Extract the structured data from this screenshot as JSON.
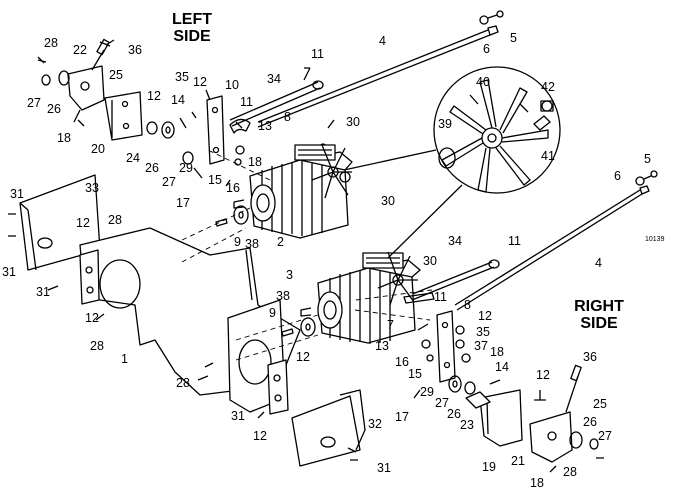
{
  "titles": {
    "left_line1": "LEFT",
    "left_line2": "SIDE",
    "right_line1": "RIGHT",
    "right_line2": "SIDE"
  },
  "ref_number": "10139",
  "callouts": {
    "c_28a": "28",
    "c_22": "22",
    "c_36a": "36",
    "c_25a": "25",
    "c_27a": "27",
    "c_26a": "26",
    "c_18a": "18",
    "c_20": "20",
    "c_12a": "12",
    "c_24": "24",
    "c_35a": "35",
    "c_12b": "12",
    "c_10": "10",
    "c_14a": "14",
    "c_11a": "11",
    "c_34a": "34",
    "c_13a": "13",
    "c_8a": "8",
    "c_30a": "30",
    "c_11b": "11",
    "c_4a": "4",
    "c_6a": "6",
    "c_5a": "5",
    "c_40": "40",
    "c_42": "42",
    "c_39": "39",
    "c_41": "41",
    "c_26b": "26",
    "c_29a": "29",
    "c_27b": "27",
    "c_18b": "18",
    "c_15a": "15",
    "c_16a": "16",
    "c_17a": "17",
    "c_2": "2",
    "c_9a": "9",
    "c_38a": "38",
    "c_30b": "30",
    "c_31a": "31",
    "c_33": "33",
    "c_12c": "12",
    "c_28b": "28",
    "c_31b": "31",
    "c_31c": "31",
    "c_12d": "12",
    "c_28c": "28",
    "c_1": "1",
    "c_5b": "5",
    "c_6b": "6",
    "c_4b": "4",
    "c_34b": "34",
    "c_11c": "11",
    "c_3": "3",
    "c_30c": "30",
    "c_38b": "38",
    "c_11d": "11",
    "c_8b": "8",
    "c_12e": "12",
    "c_9b": "9",
    "c_7": "7",
    "c_35b": "35",
    "c_13b": "13",
    "c_37": "37",
    "c_18c": "18",
    "c_16b": "16",
    "c_15b": "15",
    "c_14b": "14",
    "c_12f": "12",
    "c_28d": "28",
    "c_31d": "31",
    "c_12g": "12",
    "c_29b": "29",
    "c_27c": "27",
    "c_26c": "26",
    "c_17b": "17",
    "c_23": "23",
    "c_32": "32",
    "c_31e": "31",
    "c_36b": "36",
    "c_12h": "12",
    "c_25b": "25",
    "c_26d": "26",
    "c_27d": "27",
    "c_21": "21",
    "c_19": "19",
    "c_18d": "18",
    "c_28e": "28"
  }
}
